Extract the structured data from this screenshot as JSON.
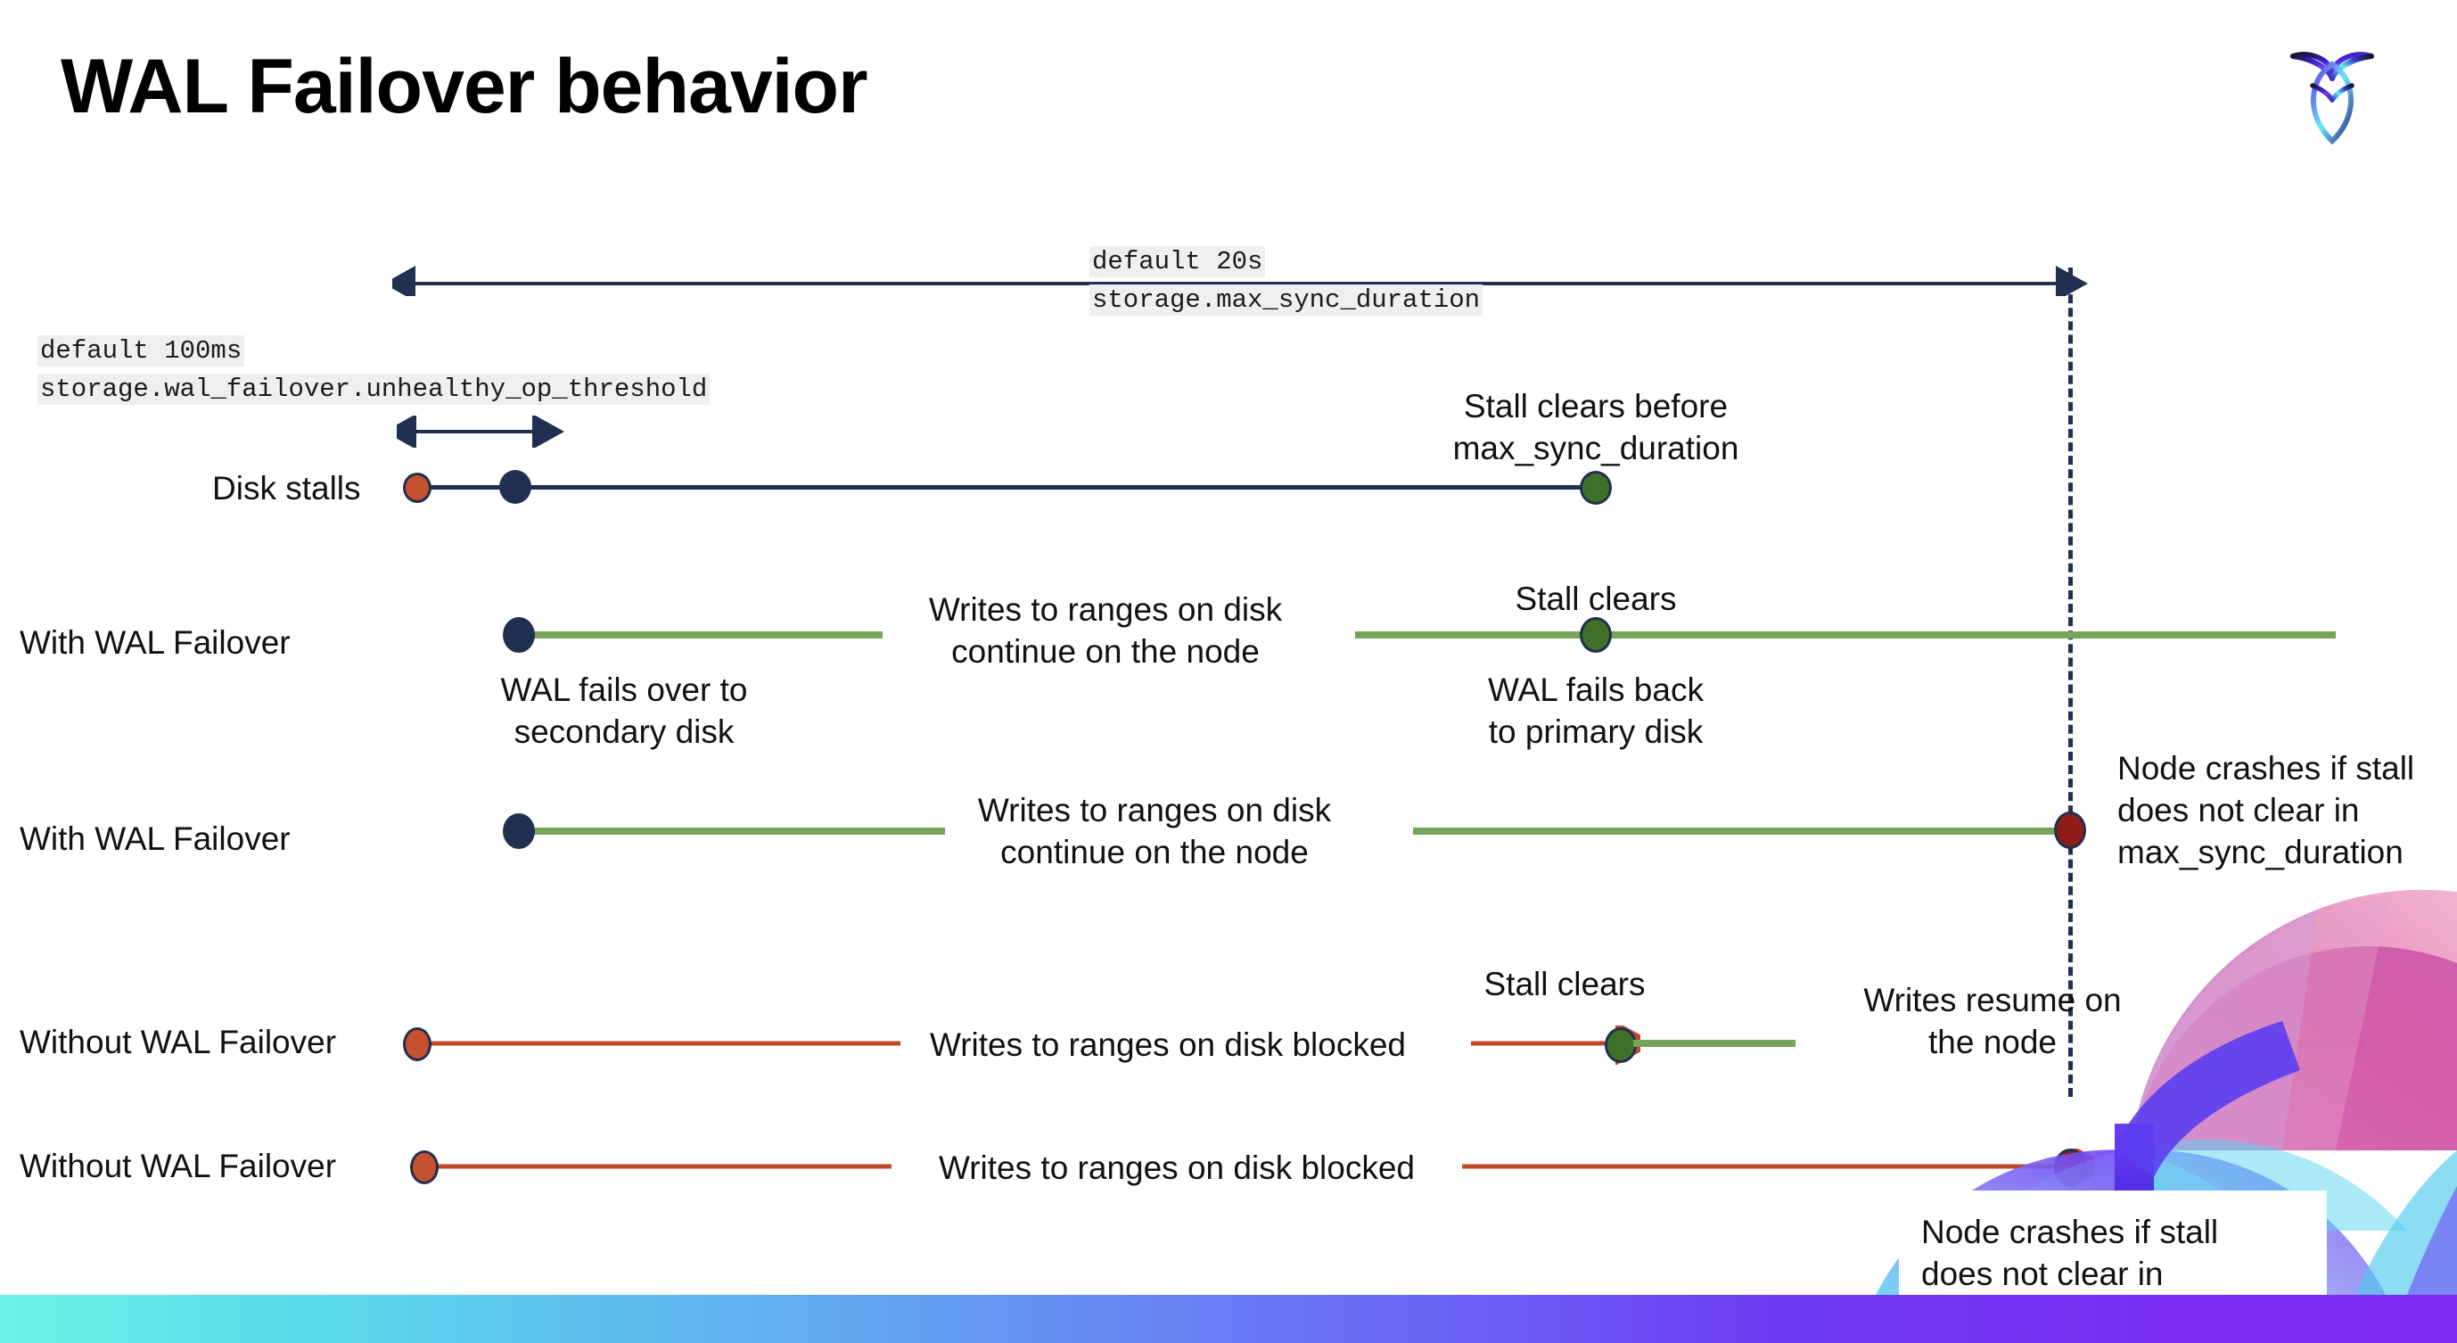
{
  "slide": {
    "title": "WAL Failover behavior",
    "logo_name": "cockroachdb-logo"
  },
  "settings": {
    "unhealthy_op_threshold": {
      "default_line": "default 100ms",
      "setting_line": "storage.wal_failover.unhealthy_op_threshold"
    },
    "max_sync_duration": {
      "default_line": "default 20s",
      "setting_line": "storage.max_sync_duration"
    }
  },
  "rows": [
    {
      "label": "Disk stalls",
      "notes": [
        "Stall clears before\nmax_sync_duration"
      ]
    },
    {
      "label": "With WAL Failover",
      "notes": [
        "Writes to ranges on disk\ncontinue on the node",
        "Stall clears",
        "WAL fails over to\nsecondary disk",
        "WAL fails  back\nto primary disk"
      ]
    },
    {
      "label": "With WAL Failover",
      "notes": [
        "Writes to ranges on disk\ncontinue on the node",
        "Node crashes if stall\ndoes not clear in\nmax_sync_duration"
      ]
    },
    {
      "label": "Without WAL Failover",
      "notes": [
        "Writes to ranges on disk  blocked",
        "Stall clears",
        "Writes resume on\nthe node"
      ]
    },
    {
      "label": "Without WAL Failover",
      "notes": [
        "Writes to ranges on disk  blocked",
        "Node crashes if stall\ndoes not clear in\nmax_sync_duration"
      ]
    }
  ],
  "colors": {
    "navy": "#1f3050",
    "green_line": "#76a55a",
    "green_dot": "#3f7027",
    "red_line": "#c0492b",
    "orange_dot": "#c5512e",
    "dark_red_dot": "#8f1d16",
    "code_highlight": "#efefef"
  }
}
